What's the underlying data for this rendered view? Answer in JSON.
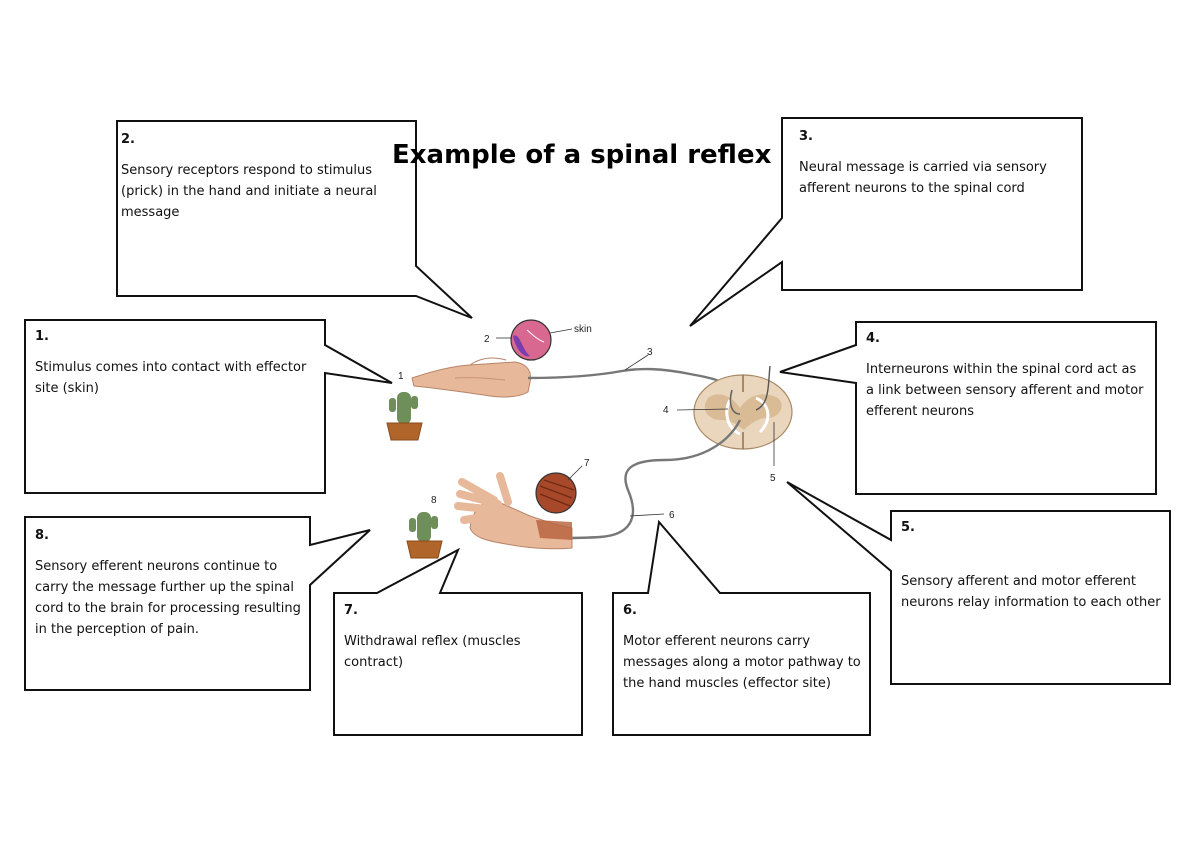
{
  "title": "Example of a spinal reflex",
  "callouts": [
    {
      "num": "1.",
      "text": "Stimulus comes into contact with effector site (skin)"
    },
    {
      "num": "2.",
      "text": "Sensory receptors respond to stimulus (prick) in the hand and initiate a neural message"
    },
    {
      "num": "3.",
      "text": "Neural message is carried via sensory afferent neurons to the spinal cord"
    },
    {
      "num": "4.",
      "text": "Interneurons within the spinal cord act as a link between sensory afferent and motor efferent neurons"
    },
    {
      "num": "5.",
      "text": "Sensory afferent and motor efferent neurons relay information to each other"
    },
    {
      "num": "6.",
      "text": "Motor efferent neurons carry messages along a motor pathway to the hand muscles (effector site)"
    },
    {
      "num": "7.",
      "text": "Withdrawal reflex (muscles contract)"
    },
    {
      "num": "8.",
      "text": "Sensory efferent neurons continue to carry the message further up the spinal cord to the brain for processing resulting in the perception of pain."
    }
  ],
  "figure_labels": {
    "l1": "1",
    "l2": "2",
    "l3": "3",
    "l4": "4",
    "l5": "5",
    "l6": "6",
    "l7": "7",
    "l8": "8",
    "skin": "skin"
  }
}
